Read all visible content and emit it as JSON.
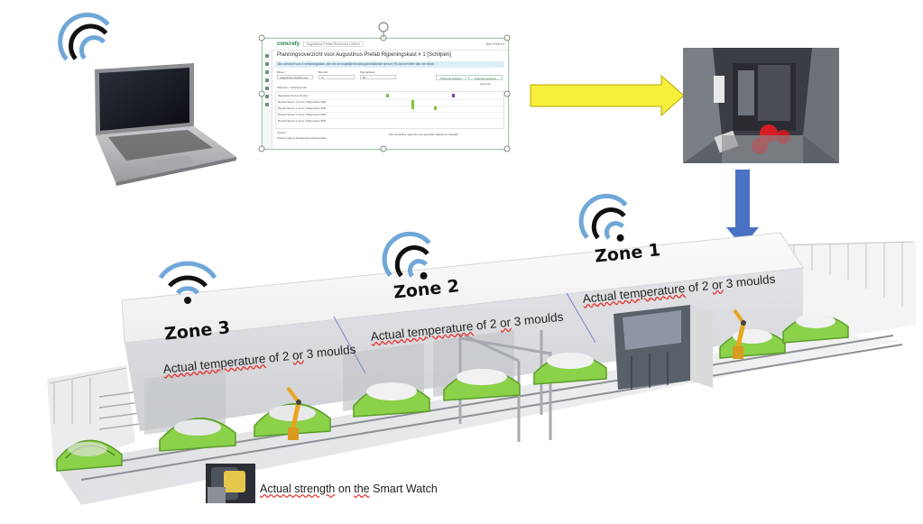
{
  "zones": [
    {
      "id": "zone-1",
      "label": "Zone 1"
    },
    {
      "id": "zone-2",
      "label": "Zone 2"
    },
    {
      "id": "zone-3",
      "label": "Zone 3"
    }
  ],
  "zone_caption": {
    "part1": "Actual temperature",
    "part2": " of 2 ",
    "part3": "or",
    "part4": " 3 moulds"
  },
  "smartwatch_caption": {
    "part1": "Actual strength",
    "part2": " on ",
    "part3": "the",
    "part4": " Smart Watch"
  },
  "colors": {
    "arrow_yellow": "#f5ef3a",
    "arrow_blue": "#4a72c4",
    "mould_green": "#7fc241",
    "wifi_blue": "#6fa7d8",
    "wifi_black": "#111111",
    "brand_green": "#1c7a4a"
  },
  "icons": [
    "wifi-icon",
    "laptop-icon",
    "robot-arm-icon",
    "mould-icon"
  ],
  "app_screenshot": {
    "brand": "concrefy",
    "header_tab": "Augustinus Prefab Roermond • Infra ▾",
    "user": "Bart Peters ▾",
    "title": "Planningsoverzicht voor Augustinus Prefab Rijpeningskast # 1 [Schilpen]",
    "notice": "Bar overzicht voor # verhardingskast, zien we de mogelijkheid dat oppervlakkende sensor (%) dat niet beter dan een beton",
    "filters": [
      {
        "label": "Bkven",
        "value": "Augustinus Prefab Lunt"
      },
      {
        "label": "Bondelt",
        "value": "Vr"
      },
      {
        "label": "Rijpingskast",
        "value": "All"
      }
    ],
    "buttons": [
      "Planning wijzigen",
      "Planning opnieuw uitvoeren"
    ],
    "grid_header": "Waarden • Schijdperiode",
    "grid_rows": [
      "Rijpingkast Sensor #1 [A1]",
      "Bondelt Sensor 1 Groot 1 Rijpenbeton B09",
      "Bondelt Sensor 1 Groot 2 Rijpenbeton B09",
      "Bondelt Sensor 1 Groot 3 Rijpenbeton B09",
      "Bondelt Sensor 1 Groot 4 Rijpenbeton B09"
    ],
    "legend": [
      "Gestort",
      "Streeft volgens aangepaste baksgroottes"
    ],
    "legend_right": "Met bedoeling, agenda in de gestelde mijlpaal en bepaald"
  }
}
